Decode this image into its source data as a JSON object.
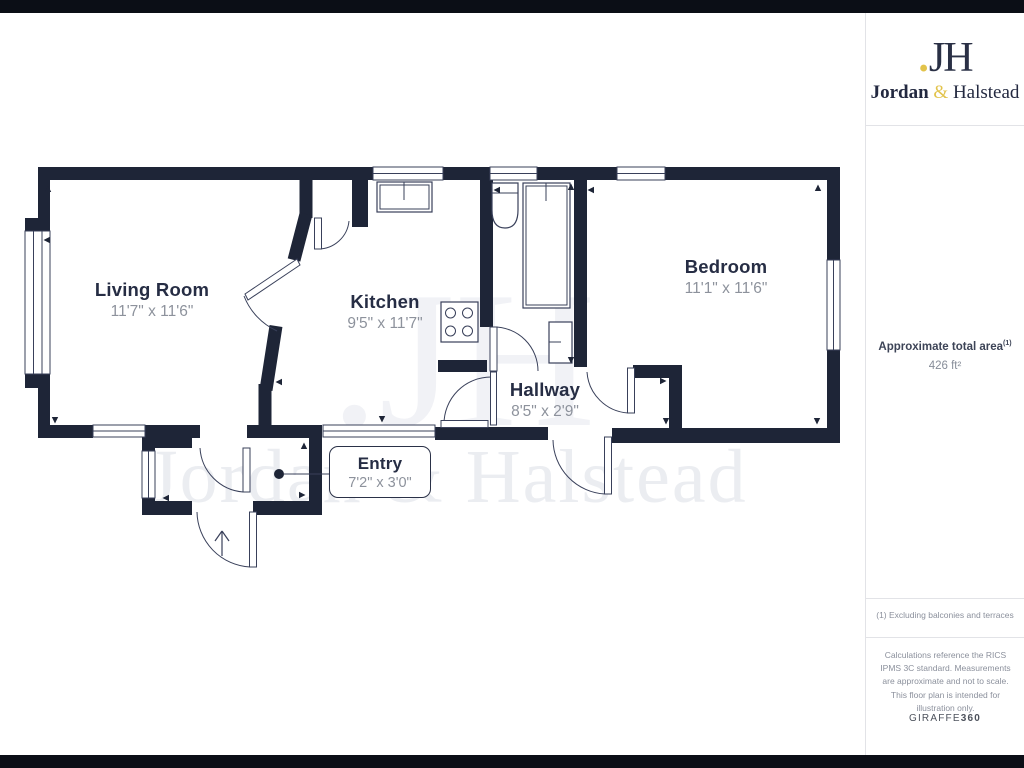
{
  "theme": {
    "wall": "#1e2537",
    "accent": "#e2c34b",
    "ink": "#262d44",
    "dim": "#8d929c"
  },
  "sidebar": {
    "logo": {
      "monogram_dot": ".",
      "monogram": "JH",
      "name_bold": "Jordan",
      "amp": "&",
      "name_regular": "Halstead"
    },
    "area": {
      "label": "Approximate total area",
      "superscript": "(1)",
      "value": "426 ft²"
    },
    "footnote1": "(1) Excluding balconies and terraces",
    "disclaimer": "Calculations reference the RICS IPMS 3C standard. Measurements are approximate and not to scale. This floor plan is intended for illustration only.",
    "brand": {
      "name": "GIRAFFE",
      "suffix": "360"
    }
  },
  "floorplan": {
    "rooms": [
      {
        "name": "Living Room",
        "dimensions": "11'7\" x 11'6\""
      },
      {
        "name": "Kitchen",
        "dimensions": "9'5\" x 11'7\""
      },
      {
        "name": "Bedroom",
        "dimensions": "11'1\" x 11'6\""
      },
      {
        "name": "Hallway",
        "dimensions": "8'5\" x 2'9\""
      },
      {
        "name": "Entry",
        "dimensions": "7'2\" x 3'0\""
      }
    ],
    "watermark": {
      "monogram": ".JH",
      "text": "Jordan & Halstead"
    }
  }
}
